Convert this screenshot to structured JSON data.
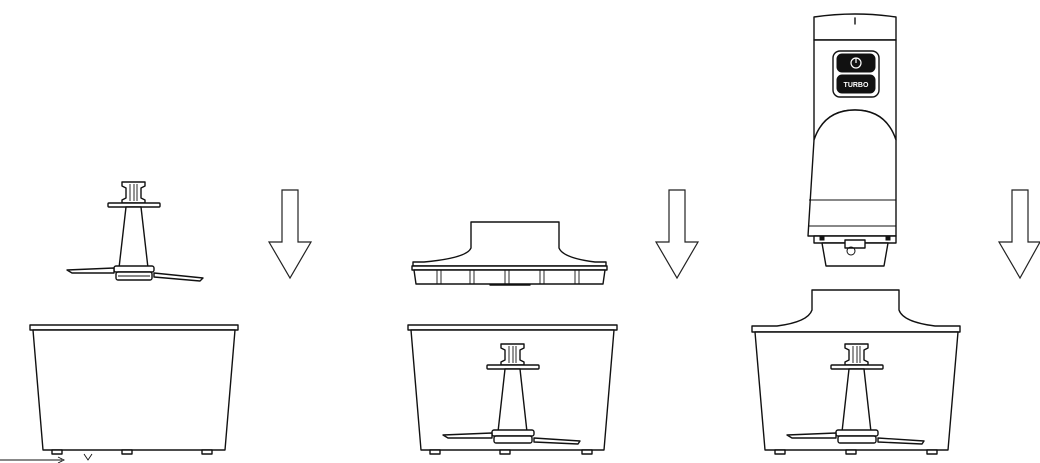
{
  "diagram": {
    "steps": [
      {
        "id": "step-1",
        "parts": [
          "blade",
          "bowl"
        ]
      },
      {
        "id": "step-2",
        "parts": [
          "lid",
          "bowl-with-blade"
        ]
      },
      {
        "id": "step-3",
        "parts": [
          "motor-unit",
          "bowl-with-lid"
        ]
      }
    ],
    "motor_unit": {
      "turbo_label": "TURBO"
    },
    "colors": {
      "line": "#111111",
      "background": "#ffffff"
    },
    "icons": [
      "down-arrow-icon",
      "power-button-icon"
    ]
  }
}
